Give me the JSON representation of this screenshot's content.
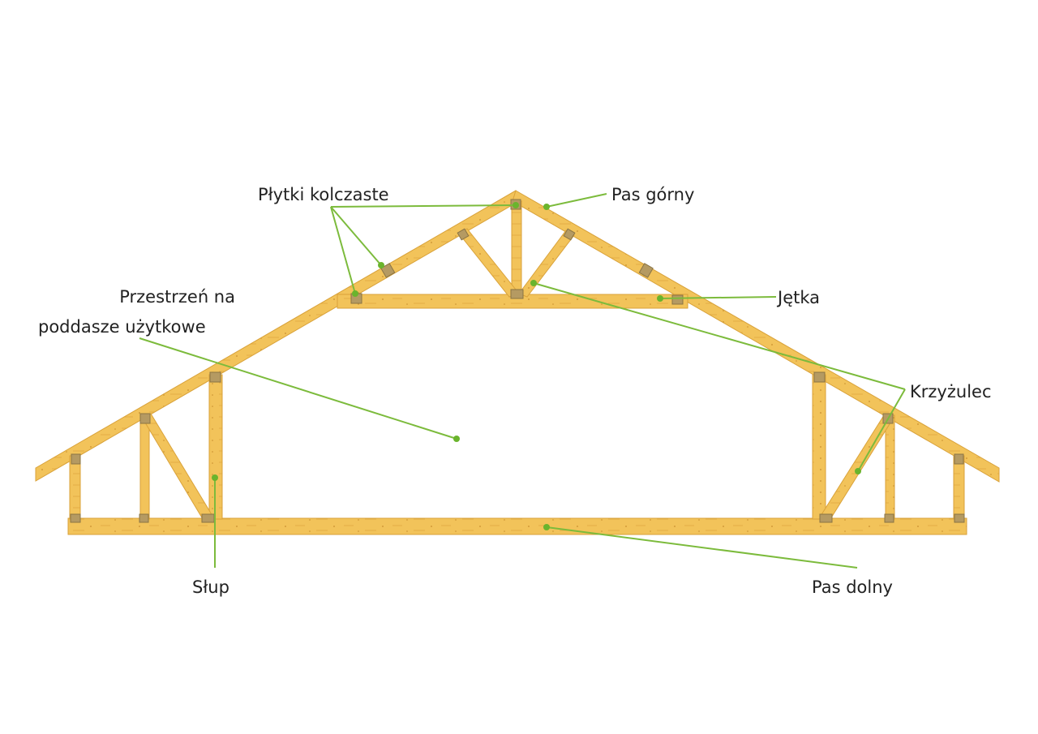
{
  "colors": {
    "wood": "#f2c35a",
    "wood_edge": "#d9a23a",
    "plate": "#b59a62",
    "plate_edge": "#8a7444",
    "leader": "#7cbb3c",
    "dot": "#6ab42d",
    "text": "#222222"
  },
  "labels": {
    "plytki": "Płytki kolczaste",
    "pas_gorny": "Pas górny",
    "przestrzen_1": "Przestrzeń na",
    "przestrzen_2": "poddasze użytkowe",
    "jetka": "Jętka",
    "krzyzulec": "Krzyżulec",
    "slup": "Słup",
    "pas_dolny": "Pas dolny"
  }
}
